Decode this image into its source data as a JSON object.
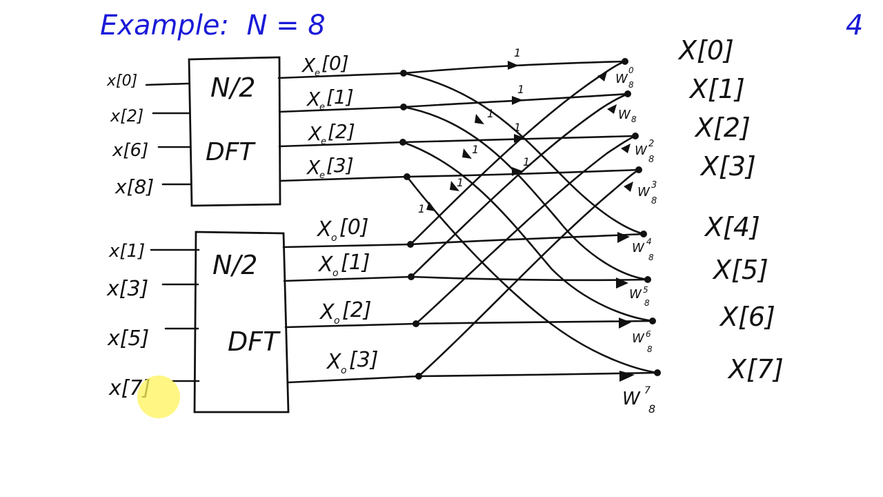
{
  "title": "Example:  N = 8",
  "page_number": "4",
  "colors": {
    "ink": "#111111",
    "title_blue": "#1a1ad8",
    "cursor_highlight": "#fff35a"
  },
  "even_dft": {
    "line1": "N/2",
    "line2": "DFT",
    "inputs": [
      "x[0]",
      "x[2]",
      "x[6]",
      "x[8]"
    ]
  },
  "odd_dft": {
    "line1": "N/2",
    "line2": "DFT",
    "inputs": [
      "x[1]",
      "x[3]",
      "x[5]",
      "x[7]"
    ]
  },
  "even_outputs": {
    "symbol": "X",
    "sub": "e",
    "indices": [
      "[0]",
      "[1]",
      "[2]",
      "[3]"
    ]
  },
  "odd_outputs": {
    "symbol": "X",
    "sub": "o",
    "indices": [
      "[0]",
      "[1]",
      "[2]",
      "[3]"
    ]
  },
  "branch_gain": "1",
  "twiddles": [
    {
      "base": "W",
      "sub": "8",
      "sup": "0"
    },
    {
      "base": "W",
      "sub": "8",
      "sup": ""
    },
    {
      "base": "W",
      "sub": "8",
      "sup": "2"
    },
    {
      "base": "W",
      "sub": "8",
      "sup": "3"
    },
    {
      "base": "W",
      "sub": "8",
      "sup": "4"
    },
    {
      "base": "W",
      "sub": "8",
      "sup": "5"
    },
    {
      "base": "W",
      "sub": "8",
      "sup": "6"
    },
    {
      "base": "W",
      "sub": "8",
      "sup": "7"
    }
  ],
  "final_outputs": [
    "X[0]",
    "X[1]",
    "X[2]",
    "X[3]",
    "X[4]",
    "X[5]",
    "X[6]",
    "X[7]"
  ]
}
